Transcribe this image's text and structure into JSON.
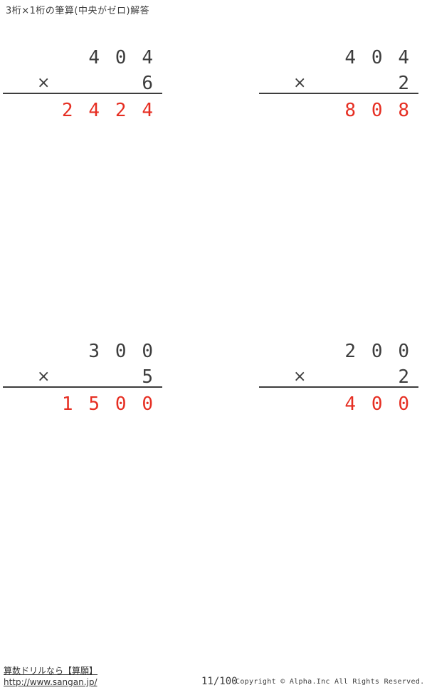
{
  "title": "3桁×1桁の筆算(中央がゼロ)解答",
  "colors": {
    "ink": "#3d3d3d",
    "answer_red": "#e62e22"
  },
  "problems": [
    {
      "multiplicand": "404",
      "operator": "×",
      "multiplier": "6",
      "answer": "2424"
    },
    {
      "multiplicand": "404",
      "operator": "×",
      "multiplier": "2",
      "answer": "808"
    },
    {
      "multiplicand": "300",
      "operator": "×",
      "multiplier": "5",
      "answer": "1500"
    },
    {
      "multiplicand": "200",
      "operator": "×",
      "multiplier": "2",
      "answer": "400"
    }
  ],
  "footer": {
    "site_link_label": "算数ドリルなら【算願】",
    "site_url": "http://www.sangan.jp/",
    "page_number": "11/100",
    "copyright": "Copyright © Alpha.Inc All Rights Reserved."
  }
}
